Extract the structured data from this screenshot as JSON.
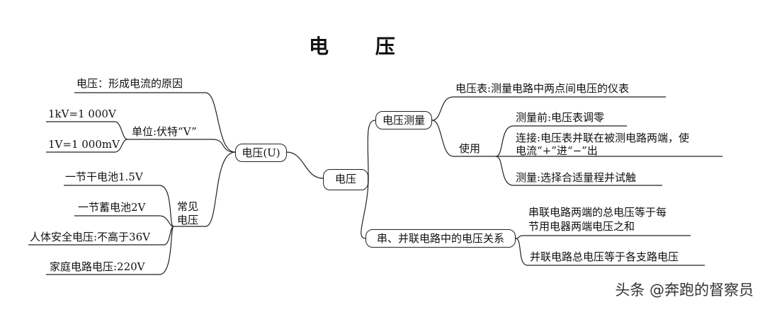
{
  "title": "电 压",
  "center": "电压",
  "left": {
    "hub": "电压(U)",
    "definition": "电压：形成电流的原因",
    "unit": {
      "label": "单位:伏特“V”",
      "items": [
        "1kV=1 000V",
        "1V=1 000mV"
      ]
    },
    "common": {
      "label_line1": "常见",
      "label_line2": "电压",
      "items": [
        "一节干电池1.5V",
        "一节蓄电池2V",
        "人体安全电压:不高于36V",
        "家庭电路电压:220V"
      ]
    }
  },
  "right": {
    "measure": {
      "label": "电压测量",
      "meter": "电压表:测量电路中两点间电压的仪表",
      "use": {
        "label": "使用",
        "before": "测量前:电压表调零",
        "connect_line1": "连接:电压表并联在被测电路两端，使",
        "connect_line2": "电流“+”进“−”出",
        "range": "测量:选择合适量程并试触"
      }
    },
    "relation": {
      "label": "串、并联电路中的电压关系",
      "series_line1": "串联电路两端的总电压等于每",
      "series_line2": "节用电器两端电压之和",
      "parallel": "并联电路总电压等于各支路电压"
    }
  },
  "watermark": "头条 @奔跑的督察员"
}
